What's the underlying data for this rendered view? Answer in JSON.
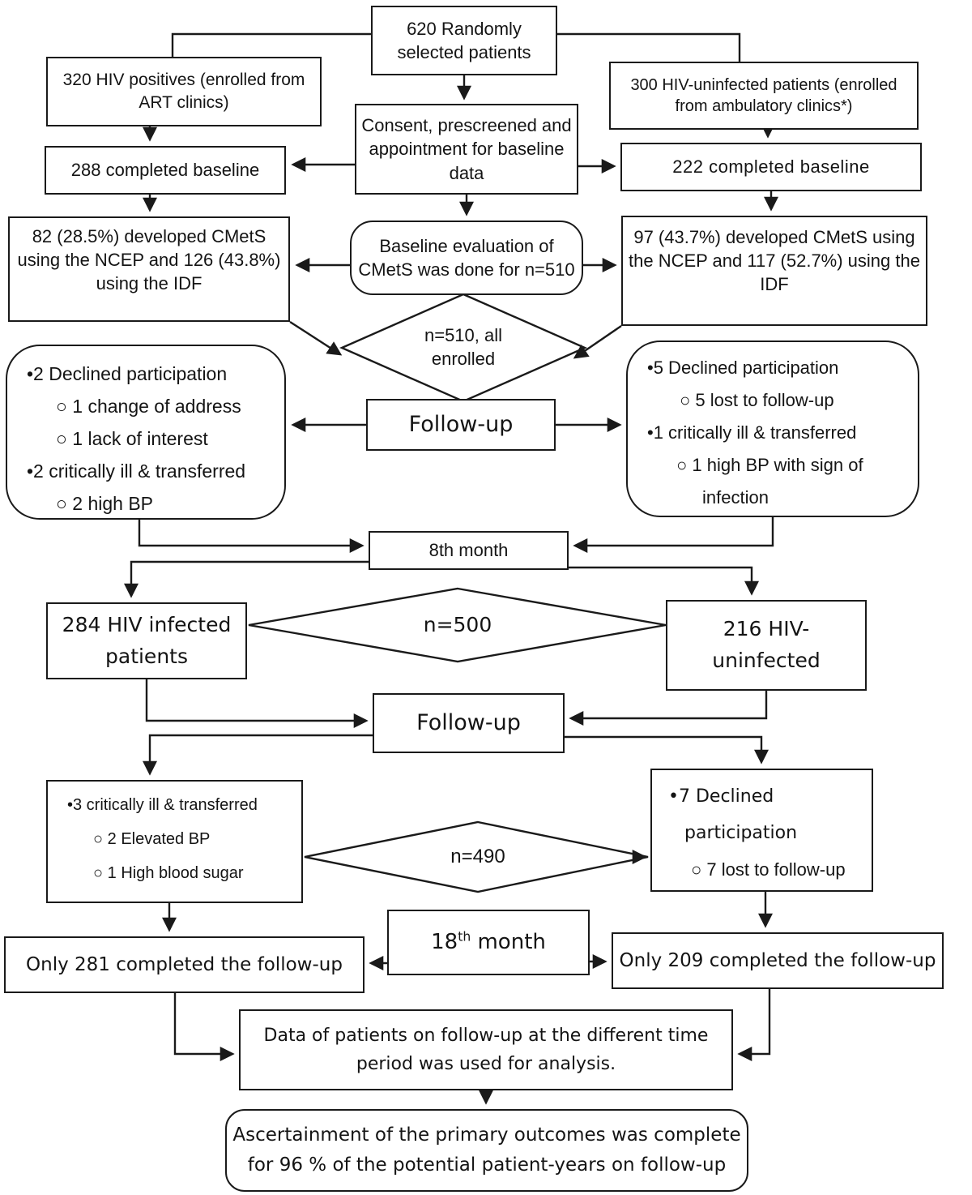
{
  "nodes": {
    "random": {
      "lines": [
        "620 Randomly",
        "selected patients"
      ]
    },
    "hiv_pos": {
      "lines": [
        "320 HIV positives (enrolled from",
        "ART clinics)"
      ]
    },
    "hiv_neg": {
      "lines": [
        "300 HIV-uninfected patients (enrolled",
        "from ambulatory clinics*)"
      ]
    },
    "consent": {
      "lines": [
        "Consent, prescreened and",
        "appointment for baseline",
        "data"
      ]
    },
    "baseline_288": {
      "lines": [
        "288 completed baseline"
      ]
    },
    "baseline_222": {
      "lines": [
        "222 completed baseline"
      ]
    },
    "cmets_left": {
      "lines": [
        "82 (28.5%) developed CMetS",
        "using the NCEP and  126 (43.8%)",
        "using the IDF"
      ]
    },
    "baseline_eval": {
      "lines": [
        "Baseline evaluation of",
        "CMetS was done for n=510"
      ]
    },
    "cmets_right": {
      "lines": [
        "97 (43.7%) developed CMetS using",
        "the NCEP and 117 (52.7%) using the",
        "IDF"
      ]
    },
    "enrolled_510": {
      "lines": [
        "n=510, all",
        "enrolled"
      ]
    },
    "followup_1": {
      "lines": [
        "Follow-up"
      ]
    },
    "left_declined": {
      "lines": [
        "•2  Declined participation",
        "○ 1  change of address",
        "○ 1 lack of interest",
        "•2  critically ill & transferred",
        "○ 2  high BP"
      ]
    },
    "right_declined": {
      "lines": [
        "•5  Declined participation",
        "○ 5  lost to follow-up",
        "•1  critically ill & transferred",
        "○ 1 high BP with sign of",
        "infection"
      ]
    },
    "month_8": {
      "lines": [
        "8th month"
      ]
    },
    "hiv_284": {
      "lines": [
        "284 HIV infected",
        "patients"
      ]
    },
    "n_500": {
      "lines": [
        "n=500"
      ]
    },
    "hiv_216": {
      "lines": [
        "216 HIV-",
        "uninfected"
      ]
    },
    "followup_2": {
      "lines": [
        "Follow-up"
      ]
    },
    "crit_3": {
      "lines": [
        "•3 critically ill & transferred",
        "○ 2 Elevated BP",
        "○ 1 High blood sugar"
      ]
    },
    "n_490": {
      "lines": [
        "n=490"
      ]
    },
    "declined_7": {
      "lines": [
        "•7  Declined",
        "participation",
        "○ 7  lost to follow-up"
      ]
    },
    "month_18": {
      "num": "18",
      "sup": "th",
      "rest": " month"
    },
    "completed_281": {
      "lines": [
        "Only 281 completed the follow-up"
      ]
    },
    "completed_209": {
      "lines": [
        "Only 209 completed the follow-up"
      ]
    },
    "analysis": {
      "lines": [
        "Data of patients on follow-up at the different time",
        "period was used for analysis."
      ]
    },
    "ascertainment": {
      "lines": [
        "Ascertainment of the primary outcomes was complete",
        "for 96 % of the potential patient-years on follow-up"
      ]
    }
  },
  "colors": {
    "line": "#1a1a1a",
    "background": "#ffffff"
  }
}
